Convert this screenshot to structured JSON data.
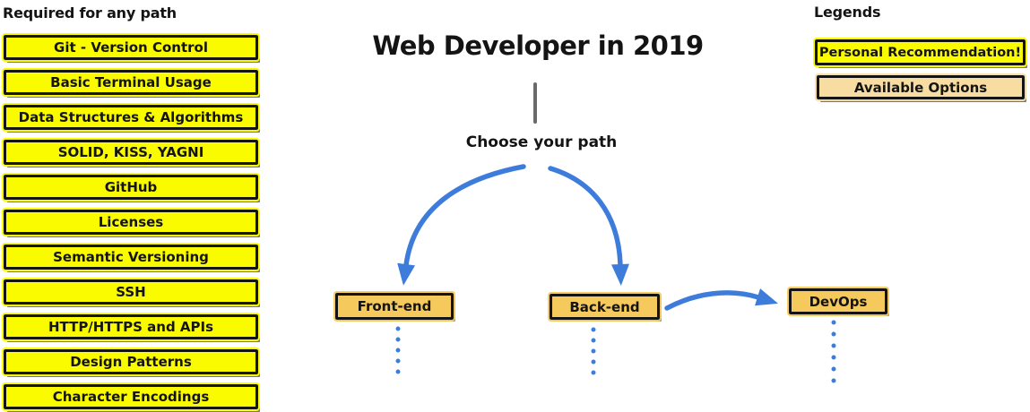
{
  "required": {
    "title": "Required for any path",
    "items": [
      "Git - Version Control",
      "Basic Terminal Usage",
      "Data Structures & Algorithms",
      "SOLID, KISS, YAGNI",
      "GitHub",
      "Licenses",
      "Semantic Versioning",
      "SSH",
      "HTTP/HTTPS and APIs",
      "Design Patterns",
      "Character Encodings"
    ]
  },
  "main": {
    "title": "Web Developer in 2019",
    "choose_label": "Choose your path",
    "nodes": [
      {
        "label": "Front-end"
      },
      {
        "label": "Back-end"
      },
      {
        "label": "DevOps"
      }
    ]
  },
  "legend": {
    "title": "Legends",
    "items": [
      {
        "label": "Personal Recommendation!",
        "type": "personal-recommendation"
      },
      {
        "label": "Available Options",
        "type": "available-option"
      }
    ]
  },
  "colors": {
    "box_yellow": "#FBFB00",
    "box_amber": "#F5C95C",
    "box_tan": "#F8DDA2",
    "arrow_blue": "#3D7CDB",
    "line_gray": "#6A6A6A",
    "border_black": "#141414"
  }
}
